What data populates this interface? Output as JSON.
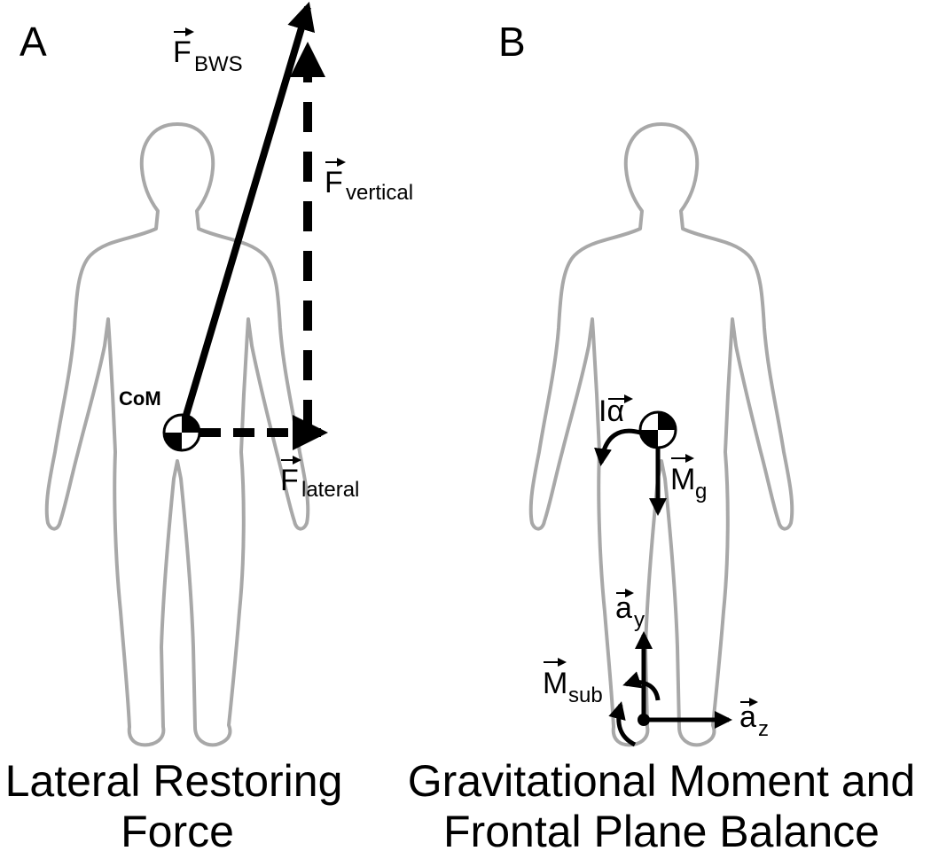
{
  "panels": [
    {
      "letter": "A",
      "caption_line1": "Lateral Restoring",
      "caption_line2": "Force",
      "com_label": "CoM",
      "vectors": {
        "bws": {
          "main": "F",
          "sub": "BWS"
        },
        "vertical": {
          "main": "F",
          "sub": "vertical"
        },
        "lateral": {
          "main": "F",
          "sub": "lateral"
        }
      }
    },
    {
      "letter": "B",
      "caption_line1": "Gravitational Moment and",
      "caption_line2": "Frontal Plane Balance",
      "vectors": {
        "inertia": {
          "main": "Iα"
        },
        "gravity": {
          "main": "M",
          "sub": "g"
        },
        "ay": {
          "main": "a",
          "sub": "y"
        },
        "az": {
          "main": "a",
          "sub": "z"
        },
        "msub": {
          "main": "M",
          "sub": "sub"
        }
      }
    }
  ],
  "colors": {
    "outline": "#a8a8a8",
    "arrows": "#000000"
  }
}
